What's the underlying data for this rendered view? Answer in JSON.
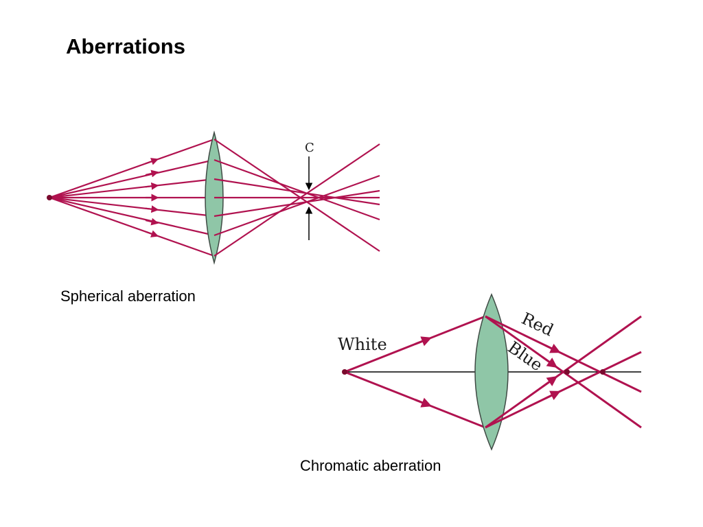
{
  "slide": {
    "title": "Aberrations"
  },
  "spherical": {
    "caption": "Spherical aberration",
    "focus_label": "C"
  },
  "chromatic": {
    "caption": "Chromatic aberration",
    "labels": {
      "white": "White",
      "red": "Red",
      "blue": "Blue"
    }
  },
  "colors": {
    "ray": "#b0124f",
    "lens": "#8fc6a7",
    "source": "#7a0a2e"
  }
}
